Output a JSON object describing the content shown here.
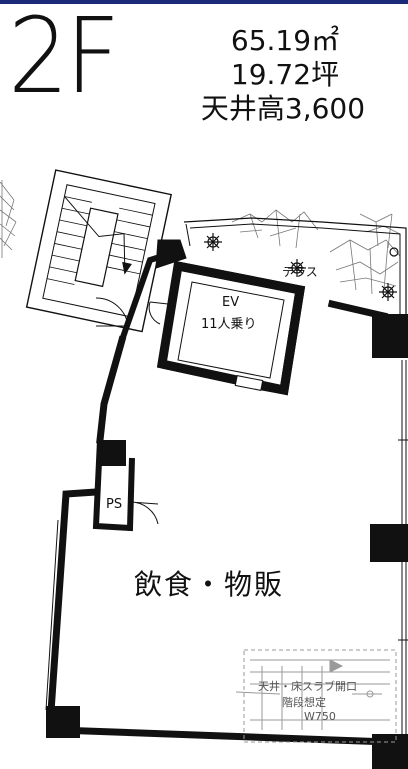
{
  "header": {
    "floor": "2F",
    "area_m2": "65.19㎡",
    "area_tsubo": "19.72坪",
    "ceiling_height": "天井高3,600"
  },
  "plan": {
    "ev_label": "EV",
    "ev_capacity": "11人乗り",
    "terrace": "テラス",
    "ps": "PS",
    "main_use": "飲食・物販",
    "opening_line1": "天井・床スラブ開口",
    "opening_line2": "階段想定",
    "opening_line3": "W750"
  }
}
